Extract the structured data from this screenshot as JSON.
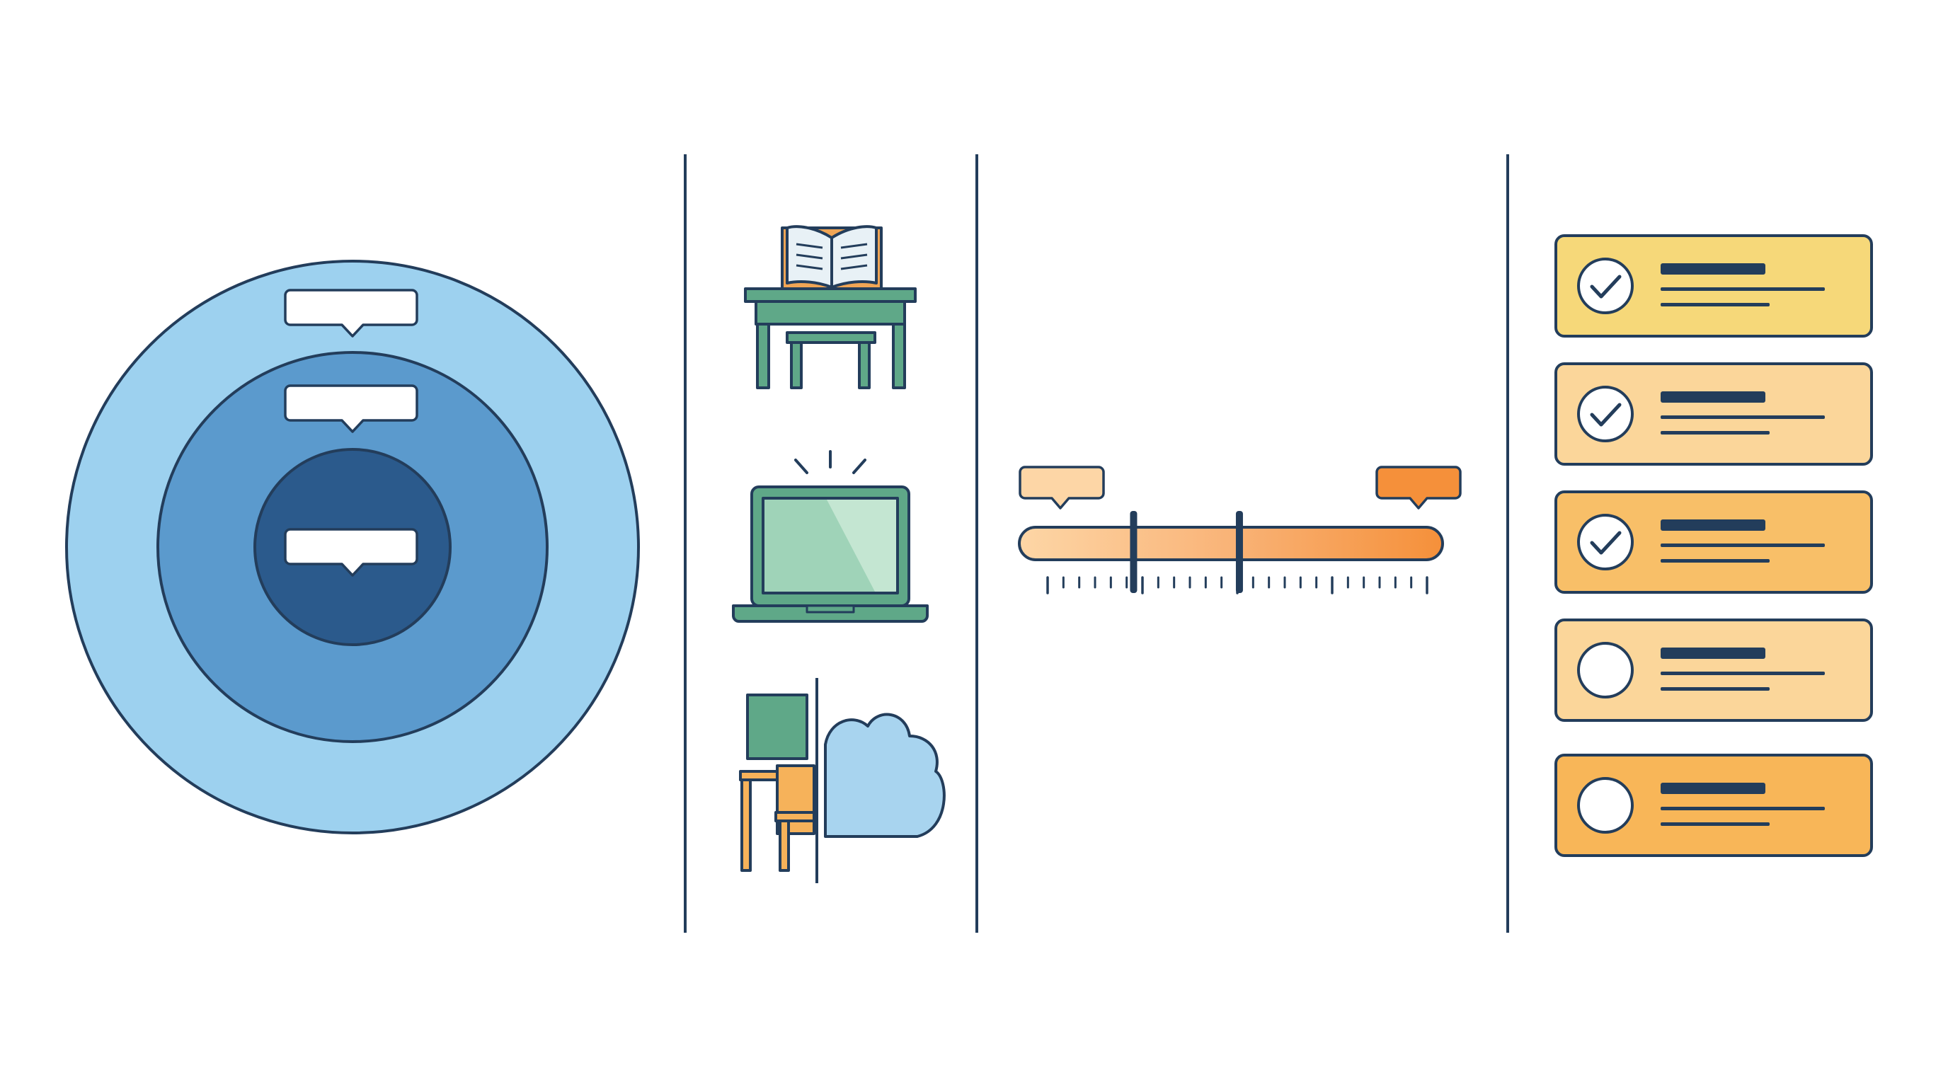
{
  "palette": {
    "outline": "#233d5b",
    "ring_outer": "#9dd1ef",
    "ring_middle": "#5b9acd",
    "ring_inner": "#2b5a8c",
    "callout": "#ffffff",
    "green": "#5fa888",
    "screen": "#9fd3b8",
    "book_page": "#e8f1f6",
    "book_cover": "#f0a555",
    "chair": "#f6b25a",
    "cloud": "#a8d4ef",
    "bar_start": "#fdd6a6",
    "bar_end": "#f5903a",
    "text_line": "#233d5b"
  },
  "concentric_circles": {
    "layers": [
      {
        "name": "outer",
        "fill": "#9dd1ef",
        "label": ""
      },
      {
        "name": "middle",
        "fill": "#5b9acd",
        "label": ""
      },
      {
        "name": "inner",
        "fill": "#2b5a8c",
        "label": ""
      }
    ]
  },
  "learning_modes": {
    "items": [
      {
        "icon": "book-on-desk-icon",
        "label": ""
      },
      {
        "icon": "laptop-icon",
        "label": ""
      },
      {
        "icon": "classroom-cloud-icon",
        "label": ""
      }
    ]
  },
  "progress_scale": {
    "start_label": "",
    "end_label": "",
    "markers": [
      0.27,
      0.52
    ],
    "ticks": 24
  },
  "checklist": {
    "items": [
      {
        "checked": true,
        "fill": "#f6d879",
        "title": "",
        "detail": ""
      },
      {
        "checked": true,
        "fill": "#fbd69a",
        "title": "",
        "detail": ""
      },
      {
        "checked": true,
        "fill": "#f8bf68",
        "title": "",
        "detail": ""
      },
      {
        "checked": false,
        "fill": "#fbd69a",
        "title": "",
        "detail": ""
      },
      {
        "checked": false,
        "fill": "#f8b658",
        "title": "",
        "detail": ""
      }
    ]
  }
}
